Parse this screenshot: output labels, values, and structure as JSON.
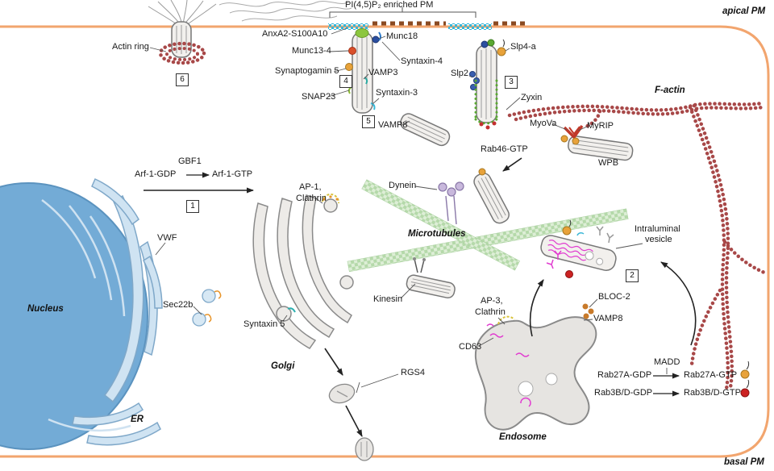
{
  "regions": {
    "apical_pm": "apical PM",
    "basal_pm": "basal PM",
    "pip2": "PI(4,5)P₂ enriched PM",
    "nucleus": "Nucleus",
    "er": "ER",
    "golgi": "Golgi",
    "endosome": "Endosome",
    "microtubules": "Microtubules",
    "f_actin": "F-actin",
    "wpb": "WPB"
  },
  "labels": {
    "actin_ring": "Actin ring",
    "anxa2": "AnxA2-S100A10",
    "munc18": "Munc18",
    "munc13_4": "Munc13-4",
    "syntaxin4": "Syntaxin-4",
    "synaptogamin5": "Synaptogamin 5",
    "vamp3": "VAMP3",
    "snap23": "SNAP23",
    "syntaxin3": "Syntaxin-3",
    "vamp8": "VAMP8",
    "slp4a": "Slp4-a",
    "slp2": "Slp2",
    "zyxin": "Zyxin",
    "myova": "MyoVa",
    "myrip": "MyRIP",
    "rab46_gtp": "Rab46-GTP",
    "dynein": "Dynein",
    "kinesin": "Kinesin",
    "gbf1": "GBF1",
    "arf1_gdp": "Arf-1-GDP",
    "arf1_gtp": "Arf-1-GTP",
    "ap1": "AP-1,",
    "clathrin1": "Clathrin",
    "vwf": "VWF",
    "sec22b": "Sec22b",
    "syntaxin5": "Syntaxin 5",
    "rgs4": "RGS4",
    "ap3": "AP-3,",
    "clathrin2": "Clathrin",
    "cd63": "CD63",
    "bloc2": "BLOC-2",
    "vamp8_endo": "VAMP8",
    "intraluminal_1": "Intraluminal",
    "intraluminal_2": "vesicle",
    "madd": "MADD",
    "rab27a_gdp": "Rab27A-GDP",
    "rab27a_gtp": "Rab27A-GTP",
    "rab3bd_gdp": "Rab3B/D-GDP",
    "rab3bd_gtp": "Rab3B/D-GTP"
  },
  "steps": {
    "1": "1",
    "2": "2",
    "3": "3",
    "4": "4",
    "5": "5",
    "6": "6"
  },
  "colors": {
    "membrane": "#f2a56e",
    "nucleus": "#73abd6",
    "microtubule": "#b5d9aa",
    "actin": "#a84848",
    "magenta": "#e13bd0",
    "orange": "#e8a23a",
    "red": "#cc2a2a",
    "green": "#5aa832",
    "cyan": "#35b6d9"
  }
}
